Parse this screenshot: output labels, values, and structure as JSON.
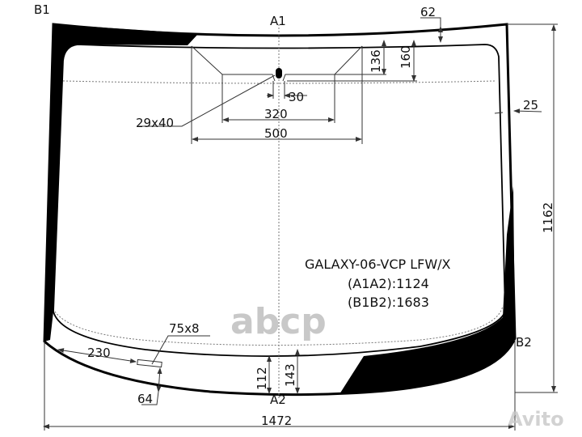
{
  "points": {
    "a1": "A1",
    "a2": "A2",
    "b1": "B1",
    "b2": "B2"
  },
  "dimensions": {
    "top_frit": "62",
    "sensor_height_inner": "136",
    "sensor_height_outer": "160",
    "notch_width": "30",
    "sensor_inner_width": "320",
    "sensor_outer_width": "500",
    "sensor_cutout": "29x40",
    "side_frit": "25",
    "total_height": "1162",
    "vin_window": "75x8",
    "vin_offset_side": "230",
    "vin_offset_bottom": "64",
    "bottom_frit_inner": "112",
    "bottom_frit_outer": "143",
    "total_width": "1472"
  },
  "info": {
    "model": "GALAXY-06-VCP LFW/X",
    "a1a2": "(A1A2):1124",
    "b1b2": "(B1B2):1683"
  },
  "watermarks": {
    "center": "abcp",
    "corner": "Avito"
  },
  "colors": {
    "frit": "#000000",
    "line": "#111111",
    "watermark": "#c8c8c8"
  }
}
